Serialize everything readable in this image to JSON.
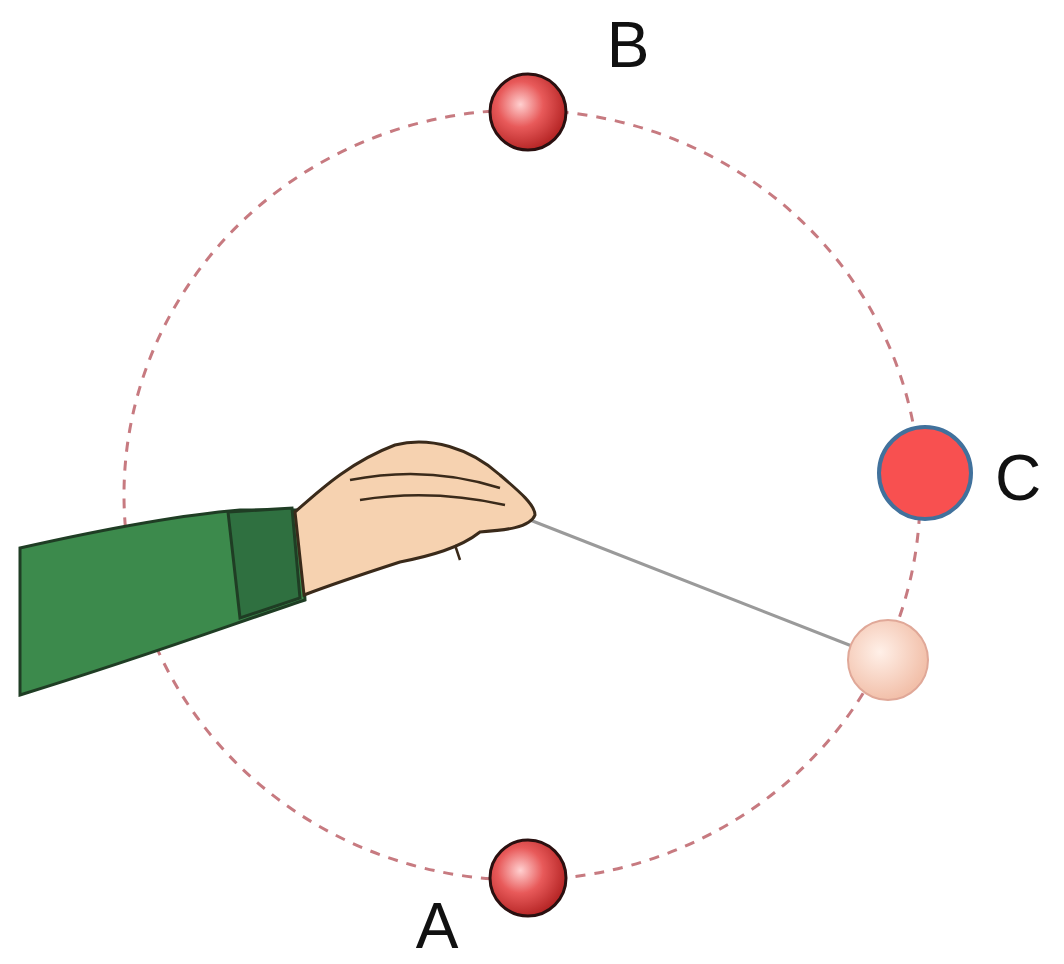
{
  "diagram": {
    "labels": [
      "B",
      "C",
      "A"
    ]
  }
}
